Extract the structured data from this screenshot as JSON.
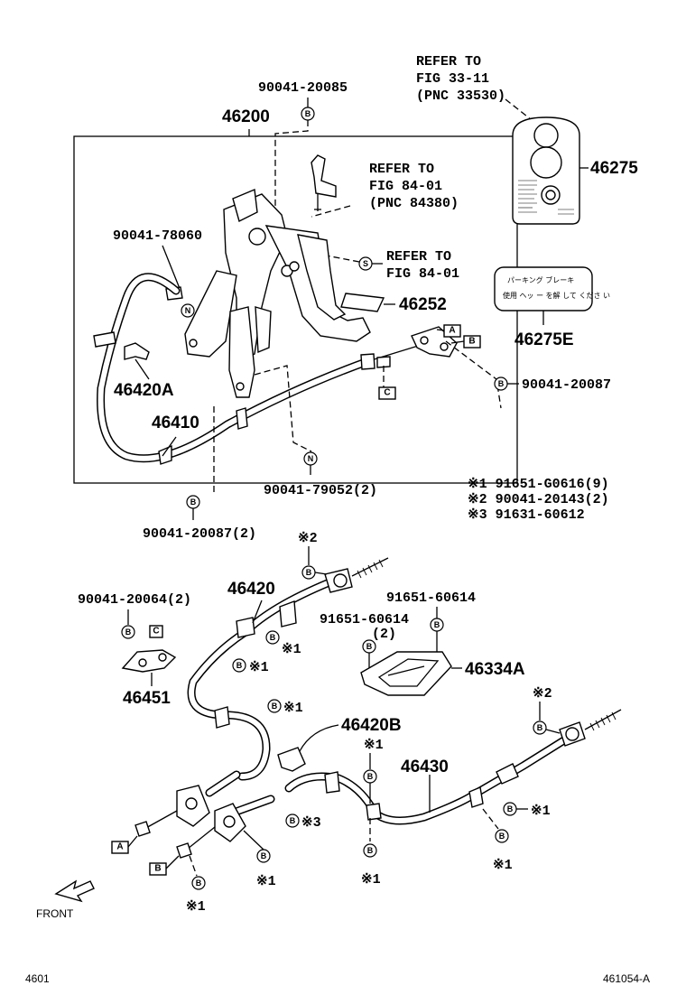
{
  "labels": {
    "p46200": "46200",
    "p46275": "46275",
    "p46275E": "46275E",
    "p46252": "46252",
    "p46420A": "46420A",
    "p46410": "46410",
    "p46420": "46420",
    "p46451": "46451",
    "p46334A": "46334A",
    "p46420B": "46420B",
    "p46430": "46430",
    "b90041_20085": "90041-20085",
    "b90041_78060": "90041-78060",
    "b90041_20087": "90041-20087",
    "b90041_79052": "90041-79052(2)",
    "b90041_20087_2": "90041-20087(2)",
    "b90041_20064": "90041-20064(2)",
    "b91651_60614a": "91651-60614",
    "b91651_60614b": "91651-60614",
    "b91651_60614b_qty": "(2)"
  },
  "refs": {
    "ref1": [
      "REFER TO",
      "FIG 33-11",
      "(PNC 33530)"
    ],
    "ref2": [
      "REFER TO",
      "FIG 84-01",
      "(PNC 84380)"
    ],
    "ref3": [
      "REFER TO",
      "FIG 84-01"
    ]
  },
  "notes": {
    "n1": "※1  91651-G0616(9)",
    "n2": "※2  90041-20143(2)",
    "n3": "※3  91631-60612"
  },
  "markers": {
    "B": "B",
    "S": "S",
    "N": "N",
    "A": "A",
    "C": "C",
    "m1": "※1",
    "m2": "※2",
    "m3": "※3"
  },
  "plate_text": {
    "line1": "パーキング ブレーキ",
    "line2": "使用 ヘッ ー を解 して くださ い"
  },
  "footer": {
    "left": "4601",
    "right": "461054-A",
    "front": "FRONT"
  }
}
